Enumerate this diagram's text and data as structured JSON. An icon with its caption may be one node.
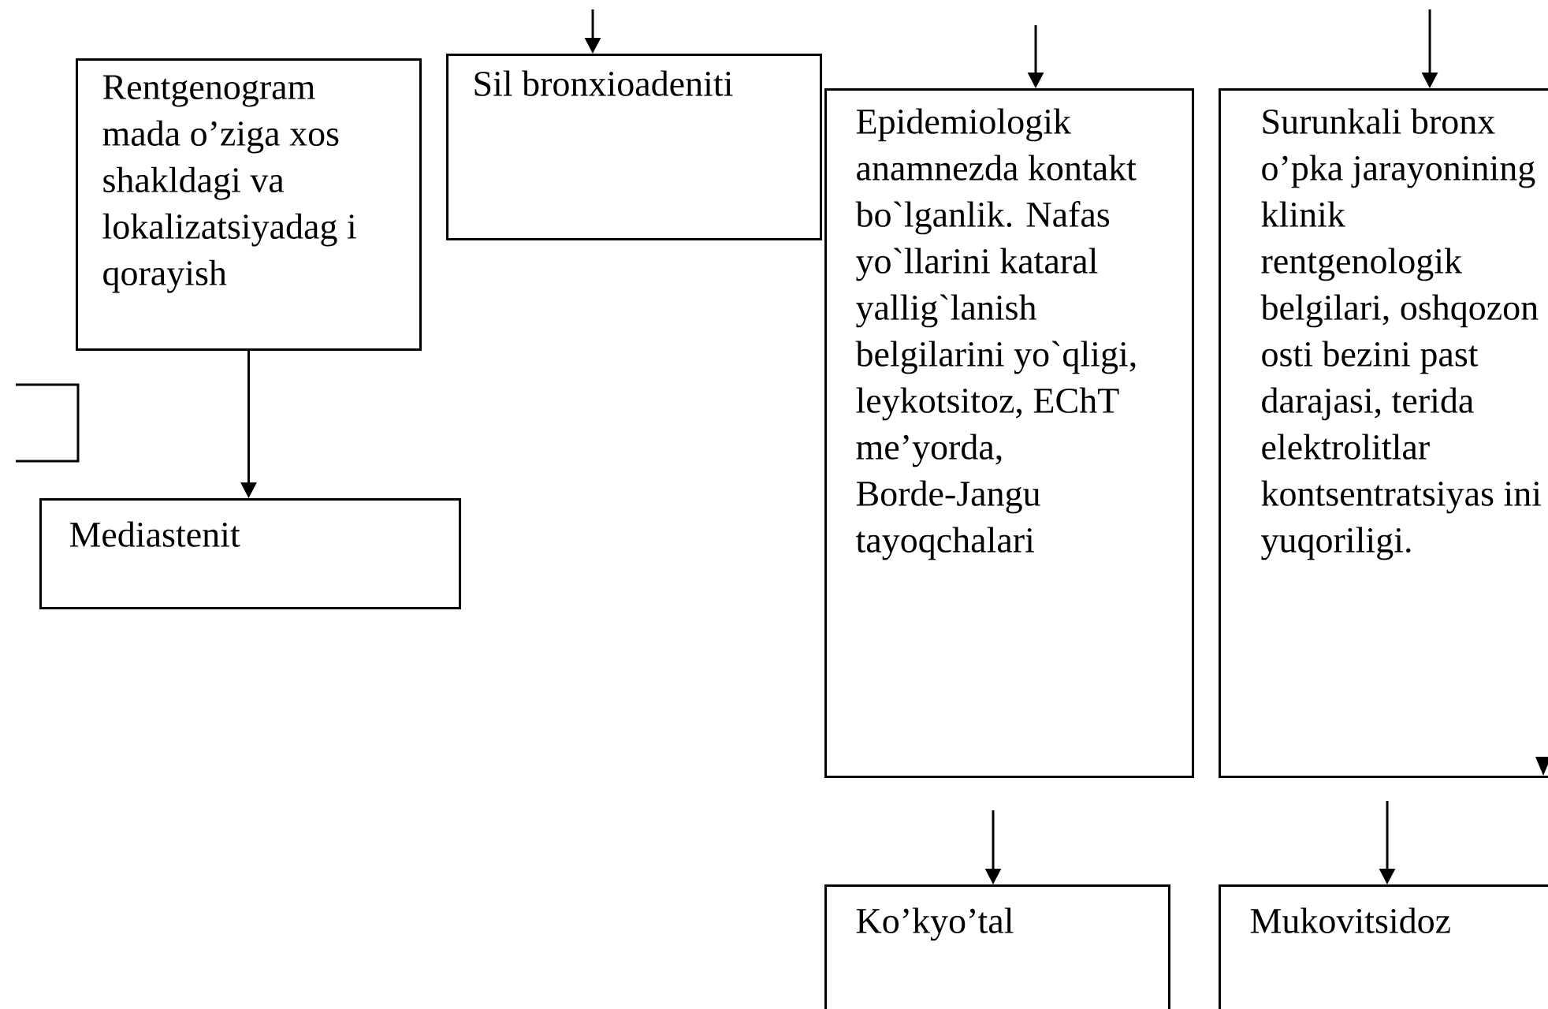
{
  "diagram": {
    "nodes": [
      {
        "text": [
          "Rentgenogram mada o’ziga xos shakldagi va lokalizatsiyadag i qorayish"
        ]
      },
      {
        "text": [
          "Sil bronxioadeniti"
        ]
      },
      {
        "text": [
          "Epidemiologik anamnezda kontakt bo`lganlik. Nafas yo`llarini kataral yallig`lanish belgilarini yo`qligi, leykotsitoz, EChT me’yorda, Borde-Jangu tayoqchalari"
        ]
      },
      {
        "text": [
          "Surunkali bronx o’pka jarayonining klinik rentgenologik belgilari, oshqozon osti bezini past darajasi, terida elektrolitlar kontsentratsiyas ini yuqoriligi."
        ]
      },
      {
        "text": [],
        "shape": "box"
      },
      {
        "text": [
          "Mediastenit"
        ]
      },
      {
        "text": [
          "Ko’kyo’tal"
        ]
      },
      {
        "text": [
          "Mukovitsidoz"
        ]
      }
    ],
    "edges": [
      {
        "from": 0,
        "to": 5,
        "arrow": "to"
      },
      {
        "from": null,
        "to": 1,
        "arrow": "to"
      },
      {
        "from": null,
        "to": 2,
        "arrow": "to"
      },
      {
        "from": null,
        "to": 3,
        "arrow": "to"
      },
      {
        "from": null,
        "to": 6,
        "arrow": "to"
      },
      {
        "from": null,
        "to": 7,
        "arrow": "to"
      }
    ]
  }
}
